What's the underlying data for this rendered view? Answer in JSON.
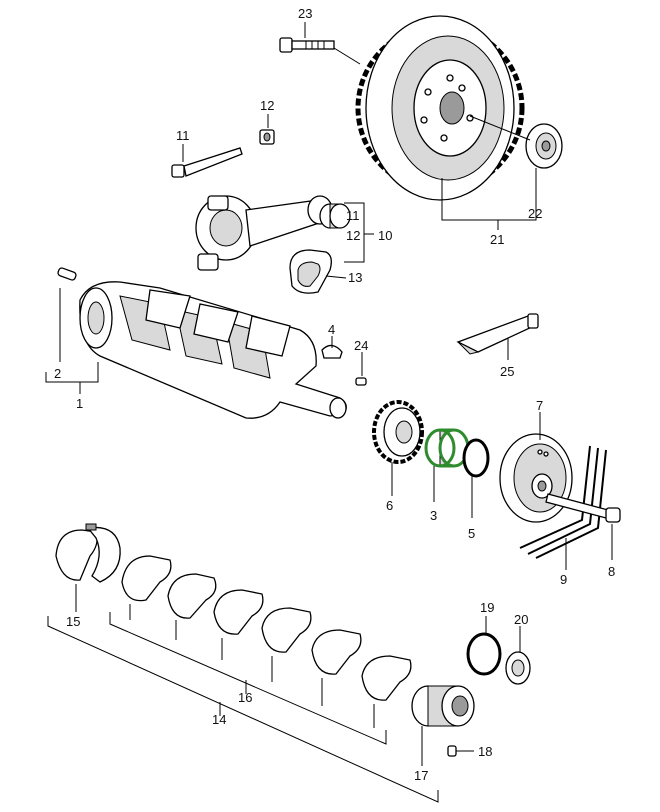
{
  "callouts": {
    "c1": "1",
    "c2": "2",
    "c3": "3",
    "c4": "4",
    "c5": "5",
    "c6": "6",
    "c7": "7",
    "c8": "8",
    "c9": "9",
    "c10": "10",
    "c11a": "11",
    "c11b": "11",
    "c12a": "12",
    "c12b": "12",
    "c13": "13",
    "c14": "14",
    "c15": "15",
    "c16": "16",
    "c17": "17",
    "c18": "18",
    "c19": "19",
    "c20": "20",
    "c21": "21",
    "c22": "22",
    "c23": "23",
    "c24": "24",
    "c25": "25"
  },
  "colors": {
    "highlight": "#2e8b2e",
    "line": "#000000",
    "shade": "#d9d9d9"
  }
}
